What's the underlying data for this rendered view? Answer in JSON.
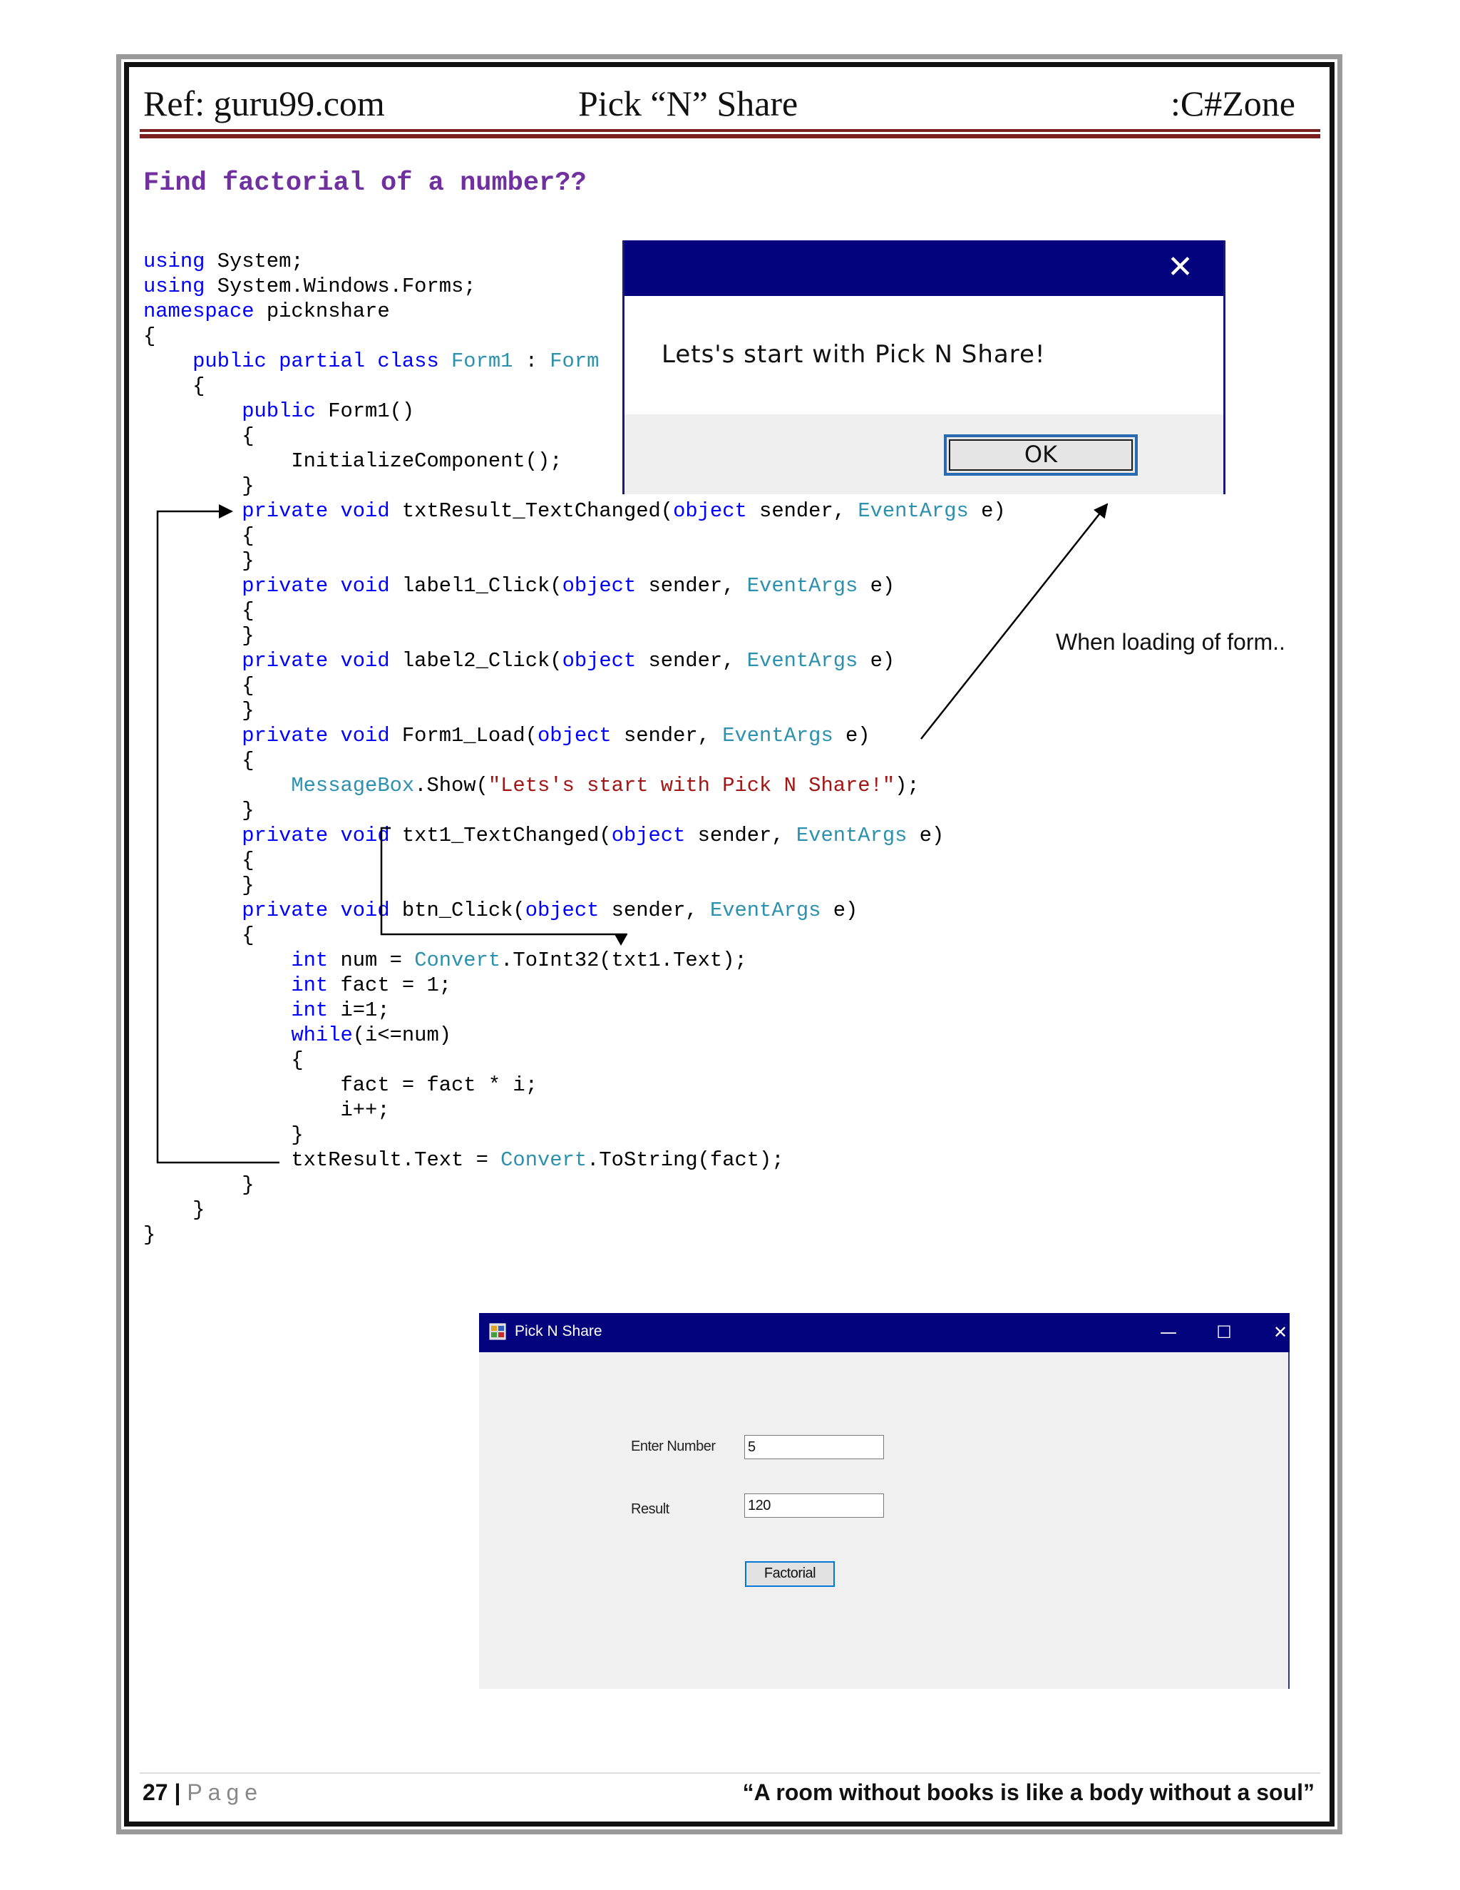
{
  "header": {
    "left": "Ref: guru99.com",
    "center": "Pick “N” Share",
    "right": ":C#Zone"
  },
  "title": "Find factorial of a number??",
  "code_lines": [
    [
      [
        "kw",
        "using"
      ],
      [
        "",
        "System;"
      ]
    ],
    [
      [
        "kw",
        "using"
      ],
      [
        "",
        "System.Windows.Forms;"
      ]
    ],
    [
      [
        "kw",
        "namespace"
      ],
      [
        "",
        "picknshare"
      ]
    ],
    [
      [
        "",
        "{"
      ]
    ],
    [
      [
        "",
        "    "
      ],
      [
        "kw",
        "public partial class"
      ],
      [
        "",
        ""
      ],
      [
        "ty",
        "Form1"
      ],
      [
        "",
        " : "
      ],
      [
        "ty",
        "Form"
      ]
    ],
    [
      [
        "",
        "    {"
      ]
    ],
    [
      [
        "",
        "        "
      ],
      [
        "kw",
        "public"
      ],
      [
        "",
        "Form1()"
      ]
    ],
    [
      [
        "",
        "        {"
      ]
    ],
    [
      [
        "",
        "            InitializeComponent();"
      ]
    ],
    [
      [
        "",
        "        }"
      ]
    ],
    [
      [
        "",
        "        "
      ],
      [
        "kw",
        "private void"
      ],
      [
        "",
        " txtResult_TextChanged("
      ],
      [
        "kw",
        "object"
      ],
      [
        "",
        " sender, "
      ],
      [
        "ty",
        "EventArgs"
      ],
      [
        "",
        " e)"
      ]
    ],
    [
      [
        "",
        "        {"
      ]
    ],
    [
      [
        "",
        "        }"
      ]
    ],
    [
      [
        "",
        "        "
      ],
      [
        "kw",
        "private void"
      ],
      [
        "",
        " label1_Click("
      ],
      [
        "kw",
        "object"
      ],
      [
        "",
        " sender, "
      ],
      [
        "ty",
        "EventArgs"
      ],
      [
        "",
        " e)"
      ]
    ],
    [
      [
        "",
        "        {"
      ]
    ],
    [
      [
        "",
        "        }"
      ]
    ],
    [
      [
        "",
        "        "
      ],
      [
        "kw",
        "private void"
      ],
      [
        "",
        " label2_Click("
      ],
      [
        "kw",
        "object"
      ],
      [
        "",
        " sender, "
      ],
      [
        "ty",
        "EventArgs"
      ],
      [
        "",
        " e)"
      ]
    ],
    [
      [
        "",
        "        {"
      ]
    ],
    [
      [
        "",
        "        }"
      ]
    ],
    [
      [
        "",
        "        "
      ],
      [
        "kw",
        "private void"
      ],
      [
        "",
        " Form1_Load("
      ],
      [
        "kw",
        "object"
      ],
      [
        "",
        " sender, "
      ],
      [
        "ty",
        "EventArgs"
      ],
      [
        "",
        " e)"
      ]
    ],
    [
      [
        "",
        "        {"
      ]
    ],
    [
      [
        "",
        "            "
      ],
      [
        "ty",
        "MessageBox"
      ],
      [
        "",
        ".Show("
      ],
      [
        "str",
        "\"Lets's start with Pick N Share!\""
      ],
      [
        "",
        ");"
      ]
    ],
    [
      [
        "",
        "        }"
      ]
    ],
    [
      [
        "",
        "        "
      ],
      [
        "kw",
        "private void"
      ],
      [
        "",
        " txt1_TextChanged("
      ],
      [
        "kw",
        "object"
      ],
      [
        "",
        " sender, "
      ],
      [
        "ty",
        "EventArgs"
      ],
      [
        "",
        " e)"
      ]
    ],
    [
      [
        "",
        "        {"
      ]
    ],
    [
      [
        "",
        "        }"
      ]
    ],
    [
      [
        "",
        "        "
      ],
      [
        "kw",
        "private void"
      ],
      [
        "",
        " btn_Click("
      ],
      [
        "kw",
        "object"
      ],
      [
        "",
        " sender, "
      ],
      [
        "ty",
        "EventArgs"
      ],
      [
        "",
        " e)"
      ]
    ],
    [
      [
        "",
        "        {"
      ]
    ],
    [
      [
        "",
        "            "
      ],
      [
        "kw",
        "int"
      ],
      [
        "",
        " num = "
      ],
      [
        "ty",
        "Convert"
      ],
      [
        "",
        ".ToInt32(txt1.Text);"
      ]
    ],
    [
      [
        "",
        "            "
      ],
      [
        "kw",
        "int"
      ],
      [
        "",
        " fact = 1;"
      ]
    ],
    [
      [
        "",
        "            "
      ],
      [
        "kw",
        "int"
      ],
      [
        "",
        " i=1;"
      ]
    ],
    [
      [
        "",
        "            "
      ],
      [
        "kw",
        "while"
      ],
      [
        "",
        "(i<=num)"
      ]
    ],
    [
      [
        "",
        "            {"
      ]
    ],
    [
      [
        "",
        "                fact = fact * i;"
      ]
    ],
    [
      [
        "",
        "                i++;"
      ]
    ],
    [
      [
        "",
        "            }"
      ]
    ],
    [
      [
        "",
        "            txtResult.Text = "
      ],
      [
        "ty",
        "Convert"
      ],
      [
        "",
        ".ToString(fact);"
      ]
    ],
    [
      [
        "",
        "        }"
      ]
    ],
    [
      [
        "",
        "    }"
      ]
    ],
    [
      [
        "",
        "}"
      ]
    ]
  ],
  "message_box": {
    "close_glyph": "✕",
    "text": "Lets's start with Pick N Share!",
    "ok_label": "OK"
  },
  "annotation": "When loading of form..",
  "app_window": {
    "title": "Pick N Share",
    "minimize_glyph": "—",
    "maximize_glyph": "☐",
    "close_glyph": "✕",
    "enter_number_label": "Enter Number",
    "enter_number_value": "5",
    "result_label": "Result",
    "result_value": "120",
    "factorial_button": "Factorial"
  },
  "footer": {
    "page_number": "27",
    "separator": "|",
    "page_word": "Page",
    "quote": "“A room without books is like a body without a soul”"
  },
  "colors": {
    "keyword": "#0000ff",
    "type": "#2b91af",
    "string": "#a31515",
    "title": "#7030a0",
    "titlebar": "#03037e",
    "header_rule": "#7a1e1e"
  }
}
